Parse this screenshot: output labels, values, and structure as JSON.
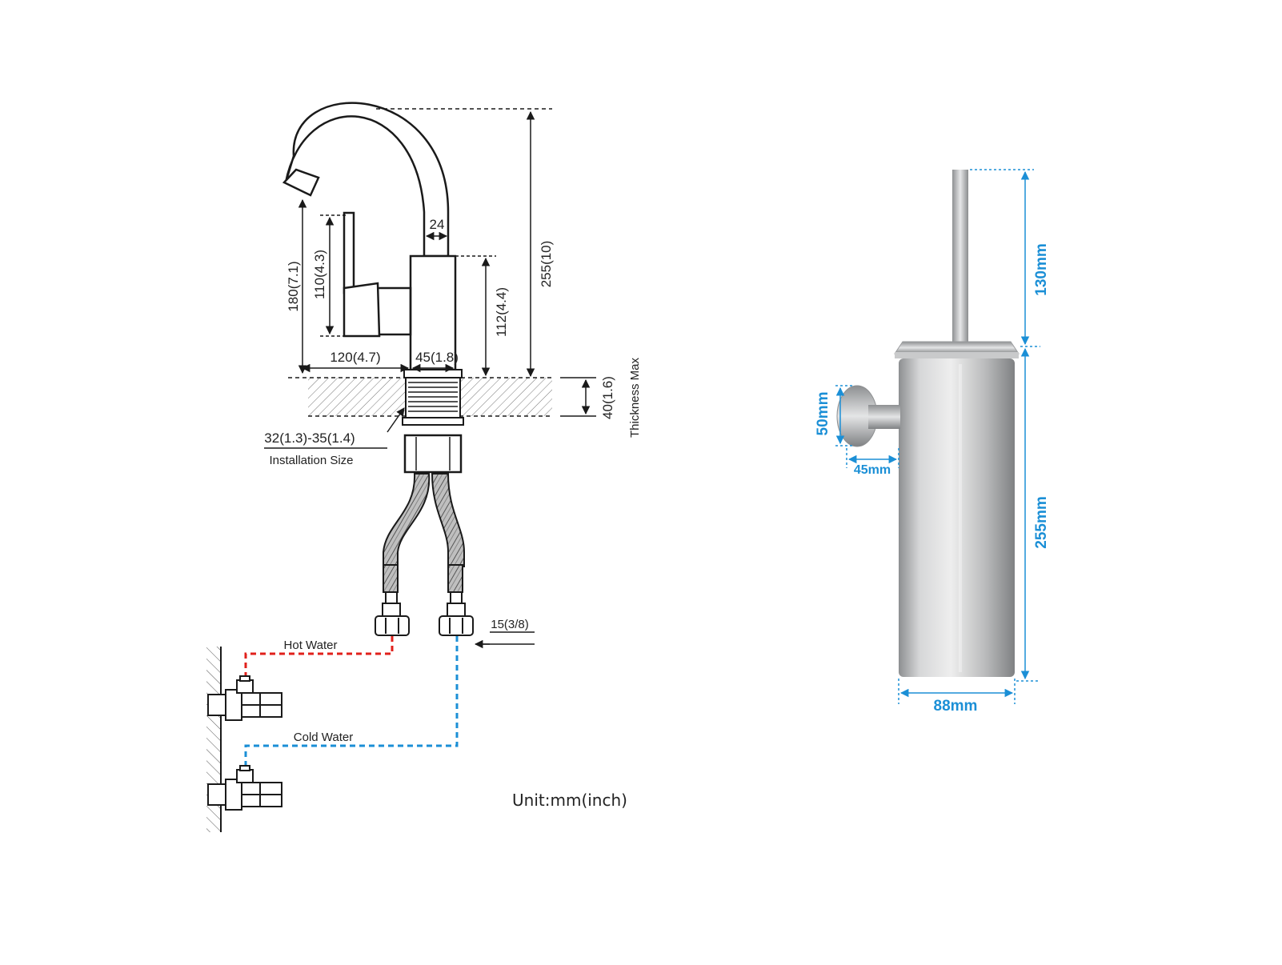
{
  "colors": {
    "line": "#1a1a1a",
    "dim_blue": "#1b8fd6",
    "hot": "#e0201b",
    "cold": "#1b8fd6",
    "steel_light": "#d9dadb",
    "steel_dark": "#8a8c8e"
  },
  "faucet": {
    "dim_height_total": "255(10)",
    "dim_spout_height": "180(7.1)",
    "dim_handle_height": "110(4.3)",
    "dim_body_height": "112(4.4)",
    "dim_spout_width": "24",
    "dim_reach": "120(4.7)",
    "dim_body_diameter": "45(1.8)",
    "dim_deck_thickness": "40(1.6)",
    "thickness_note": "Thickness Max",
    "installation_size": "32(1.3)-35(1.4)",
    "installation_label": "Installation Size",
    "connector_size": "15(3/8)",
    "hot_water": "Hot Water",
    "cold_water": "Cold Water",
    "unit": "Unit:mm(inch)"
  },
  "brush_holder": {
    "dim_handle": "130mm",
    "dim_body": "255mm",
    "dim_mount_diameter": "50mm",
    "dim_mount_depth": "45mm",
    "dim_width": "88mm"
  }
}
